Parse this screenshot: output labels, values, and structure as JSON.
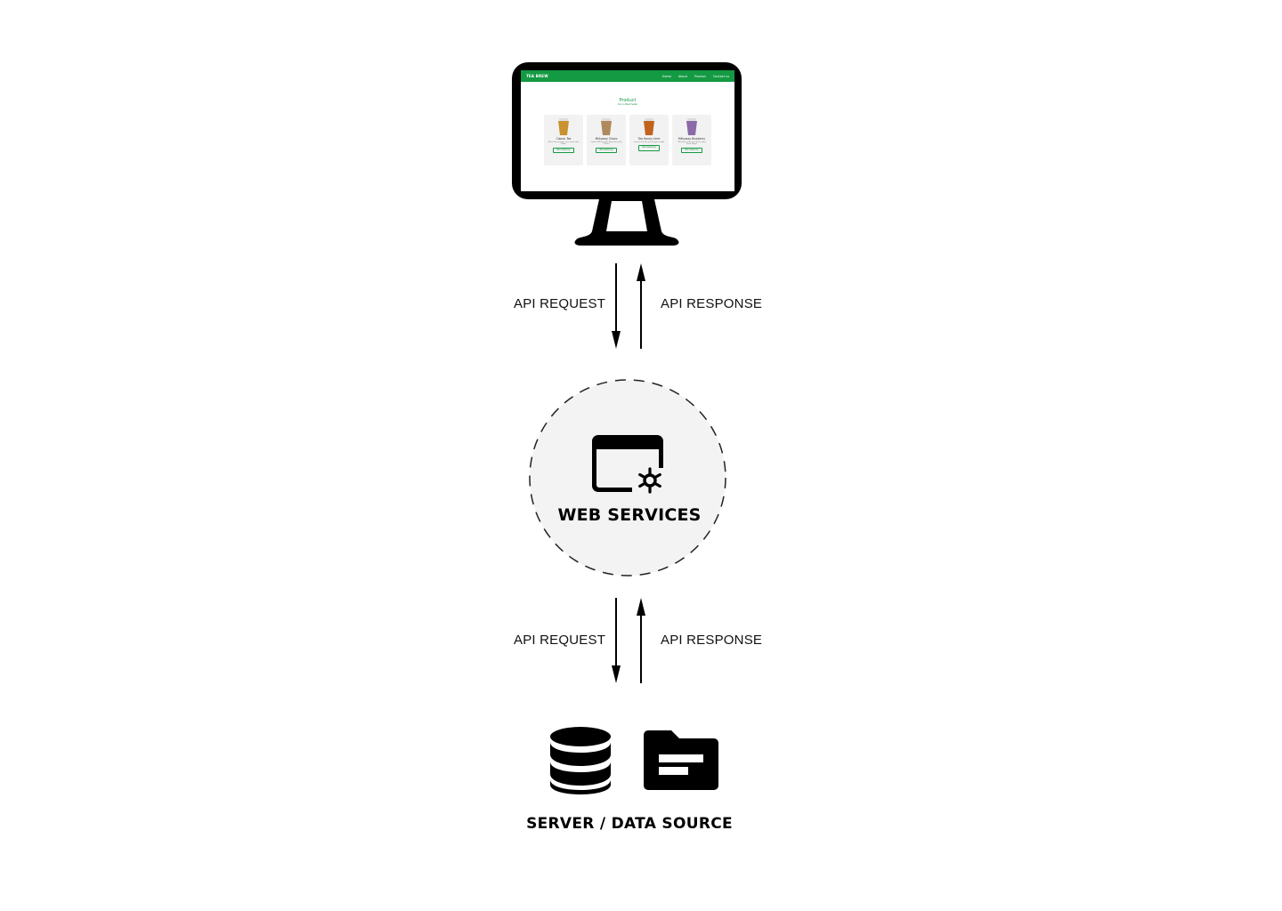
{
  "client": {
    "site": {
      "logo": "TEA BREW",
      "nav": [
        "Home",
        "About",
        "Product",
        "Contact us"
      ],
      "section_title": "Product",
      "section_subtitle": "Our is Best Seller",
      "products": [
        {
          "name": "Classic Tea",
          "description": "Black Tea dengan susu fresh dan Boba",
          "button": "Beli Sekarang",
          "cup_color": "#c9922e"
        },
        {
          "name": "Milkyway Choco",
          "description": "Coklat Milk dengan Boba dan Jelly Cincau",
          "button": "Beli Sekarang",
          "cup_color": "#b08a5c"
        },
        {
          "name": "Tea Honey Lime",
          "description": "Lemon Tea dan Jeli dengan madu",
          "button": "Beli Sekarang",
          "cup_color": "#c2631c"
        },
        {
          "name": "Milkyway Blueberry",
          "description": "Blueberry Jelly dan Susu yang fresh Nagoi",
          "button": "Beli Sekarang",
          "cup_color": "#8a6aa8"
        }
      ]
    }
  },
  "upper_link": {
    "request_label": "API REQUEST",
    "response_label": "API RESPONSE"
  },
  "web_services": {
    "title": "WEB SERVICES",
    "icon": "web-settings-icon"
  },
  "lower_link": {
    "request_label": "API REQUEST",
    "response_label": "API RESPONSE"
  },
  "server": {
    "title": "SERVER / DATA SOURCE",
    "icons": [
      "database-icon",
      "folder-icon"
    ]
  },
  "colors": {
    "brand_green": "#149a43",
    "circle_fill": "#f3f3f3",
    "ink": "#000000"
  }
}
